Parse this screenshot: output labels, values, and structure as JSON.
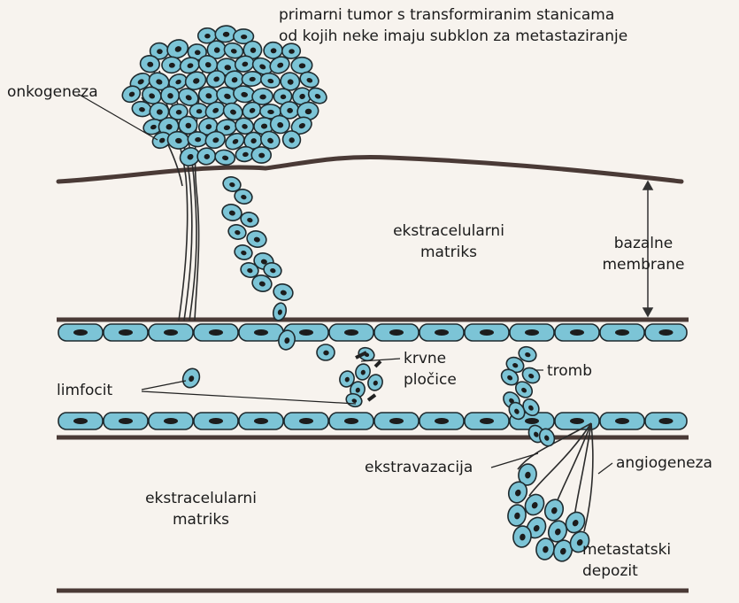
{
  "title_line1": "primarni tumor s transformiranim stanicama",
  "title_line2": "od kojih neke imaju subklon za metastaziranje",
  "labels": {
    "onkogeneza": "onkogeneza",
    "ecm_upper_1": "ekstracelularni",
    "ecm_upper_2": "matriks",
    "bazalne": "bazalne",
    "membrane": "membrane",
    "krvne": "krvne",
    "plocice": "pločice",
    "tromb": "tromb",
    "limfocit": "limfocit",
    "ekstravazacija": "ekstravazacija",
    "angiogeneza": "angiogeneza",
    "ecm_lower_1": "ekstracelularni",
    "ecm_lower_2": "matriks",
    "metastatski": "metastatski",
    "depozit": "depozit"
  },
  "colors": {
    "cell_fill": "#7cc4d6",
    "cell_stroke": "#1f2a2e",
    "nucleus": "#1c1c1c",
    "membrane": "#4a3a36",
    "background": "#f7f3ee"
  }
}
